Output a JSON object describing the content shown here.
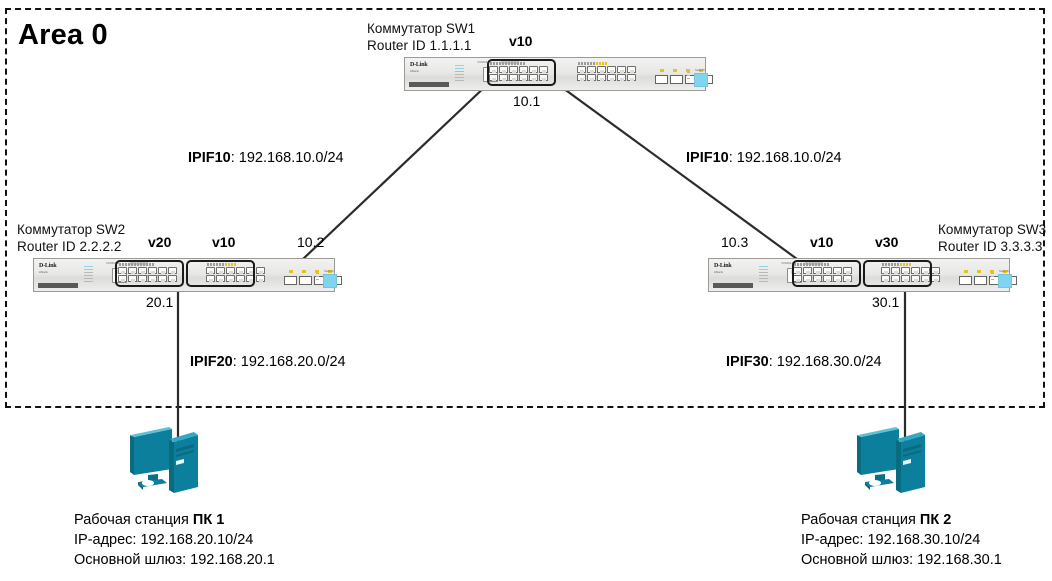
{
  "area": {
    "title": "Area 0"
  },
  "switches": [
    {
      "id": "sw1",
      "caption_line1": "Коммутатор SW1",
      "caption_line2": "Router ID 1.1.1.1",
      "vlan_tags": [
        "v10"
      ],
      "ip_tag": "10.1",
      "brand": "D-Link",
      "brand_sub": "xStack"
    },
    {
      "id": "sw2",
      "caption_line1": "Коммутатор SW2",
      "caption_line2": "Router ID 2.2.2.2",
      "vlan_tags": [
        "v20",
        "v10"
      ],
      "ip_tag_left": "20.1",
      "ip_tag_right": "10.2",
      "brand": "D-Link",
      "brand_sub": "xStack"
    },
    {
      "id": "sw3",
      "caption_line1": "Коммутатор SW3",
      "caption_line2": "Router ID 3.3.3.3",
      "vlan_tags": [
        "v10",
        "v30"
      ],
      "ip_tag_left": "10.3",
      "ip_tag_right": "30.1",
      "brand": "D-Link",
      "brand_sub": "xStack"
    }
  ],
  "networks": [
    {
      "id": "left-ipif10",
      "name": "IPIF10",
      "subnet": ": 192.168.10.0/24"
    },
    {
      "id": "right-ipif10",
      "name": "IPIF10",
      "subnet": ": 192.168.10.0/24"
    },
    {
      "id": "ipif20",
      "name": "IPIF20",
      "subnet": ": 192.168.20.0/24"
    },
    {
      "id": "ipif30",
      "name": "IPIF30",
      "subnet": ": 192.168.30.0/24"
    }
  ],
  "workstations": [
    {
      "id": "pc1",
      "title_prefix": "Рабочая станция ",
      "title_name": "ПК 1",
      "ip": "IP-адрес: 192.168.20.10/24",
      "gateway": "Основной шлюз: 192.168.20.1"
    },
    {
      "id": "pc2",
      "title_prefix": "Рабочая станция ",
      "title_name": "ПК 2",
      "ip": "IP-адрес: 192.168.30.10/24",
      "gateway": "Основной шлюз: 192.168.30.1"
    }
  ],
  "colors": {
    "pc_teal": "#0b7f9b",
    "pc_teal_dark": "#0a6f88",
    "pc_teal_light": "#17a0bd",
    "link_line": "#2b2b2b",
    "boundary": "#111111"
  },
  "diagram": {
    "type": "network-topology",
    "nodes": [
      "SW1",
      "SW2",
      "SW3",
      "ПК 1",
      "ПК 2"
    ],
    "links": [
      {
        "from": "SW1",
        "to": "SW2",
        "network": "192.168.10.0/24",
        "from_ip": "10.1",
        "to_ip": "10.2"
      },
      {
        "from": "SW1",
        "to": "SW3",
        "network": "192.168.10.0/24",
        "from_ip": "10.1",
        "to_ip": "10.3"
      },
      {
        "from": "SW2",
        "to": "ПК 1",
        "network": "192.168.20.0/24",
        "from_ip": "20.1",
        "to_ip": "192.168.20.10"
      },
      {
        "from": "SW3",
        "to": "ПК 2",
        "network": "192.168.30.0/24",
        "from_ip": "30.1",
        "to_ip": "192.168.30.10"
      }
    ]
  }
}
